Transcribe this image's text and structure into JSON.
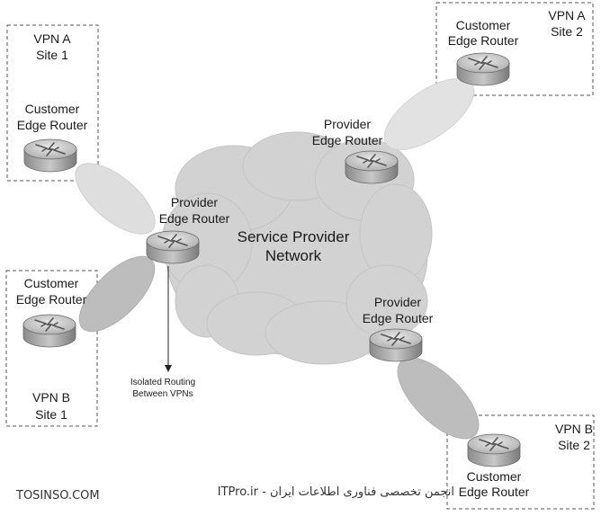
{
  "service_provider": {
    "line1": "Service Provider",
    "line2": "Network"
  },
  "sites": [
    {
      "id": "vpn-a-site-1",
      "vpn": "VPN A",
      "site": "Site 1"
    },
    {
      "id": "vpn-a-site-2",
      "vpn": "VPN A",
      "site": "Site 2"
    },
    {
      "id": "vpn-b-site-1",
      "vpn": "VPN B",
      "site": "Site 1"
    },
    {
      "id": "vpn-b-site-2",
      "vpn": "VPN B",
      "site": "Site 2"
    }
  ],
  "customer_router": {
    "line1": "Customer",
    "line2": "Edge Router"
  },
  "provider_router": {
    "line1": "Provider",
    "line2": "Edge Router"
  },
  "annotation": {
    "line1": "Isolated Routing",
    "line2": "Between VPNs"
  },
  "watermark": {
    "left": "TOSINSO.COM",
    "right": "ITPro.ir - انجمن تخصصی فناوری اطلاعات ایران"
  },
  "colors": {
    "cloud": "#d4d4d4",
    "tunnel": "#dcdcdc",
    "router": "#9a9a9a",
    "border": "#555555"
  }
}
